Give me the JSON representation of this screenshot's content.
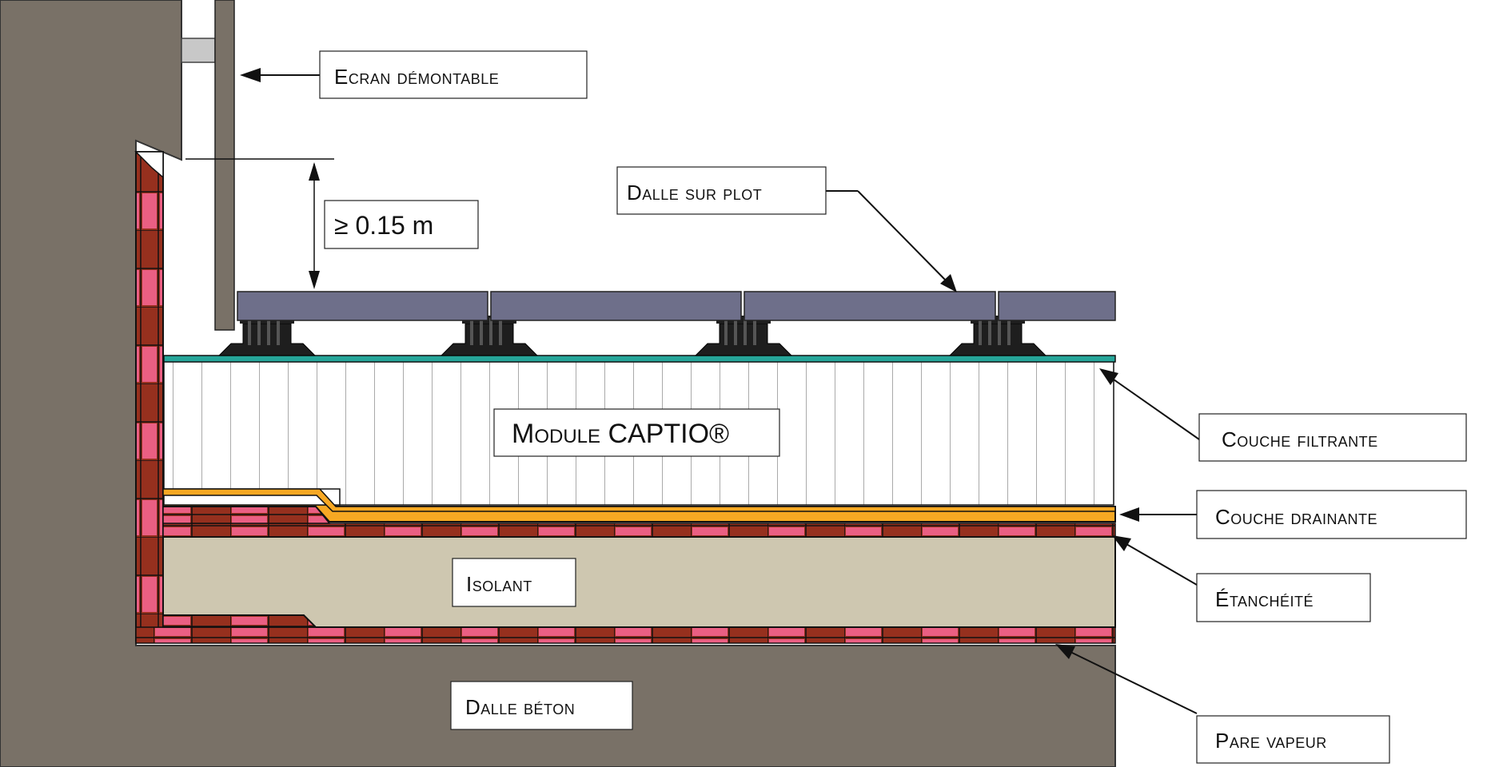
{
  "labels": {
    "ecran": "Ecran démontable",
    "dalle_plot": "Dalle sur plot",
    "hauteur": "≥ 0.15 m",
    "module": "Module CAPTIO®",
    "couche_filtrante": "Couche filtrante",
    "couche_drainante": "Couche drainante",
    "etancheite": "Étanchéité",
    "isolant": "Isolant",
    "pare_vapeur": "Pare vapeur",
    "dalle_beton": "Dalle béton"
  },
  "colors": {
    "concrete": "#797167",
    "paver": "#6e6f8a",
    "pedestal": "#1e1e1e",
    "filter_layer": "#26a69a",
    "drain_layer": "#f7a823",
    "brick_dark": "#96301e",
    "brick_light": "#ea5f83",
    "insulation": "#cec7b0",
    "screen_bracket": "#c8c8c8"
  }
}
